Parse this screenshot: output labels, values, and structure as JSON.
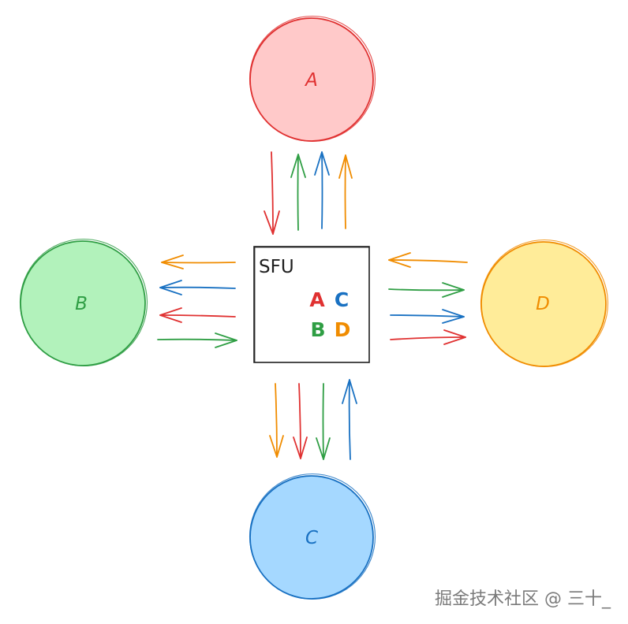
{
  "background": "#ffffff",
  "nodes": {
    "A": {
      "label": "A",
      "fill": "#ffc9c9",
      "stroke": "#e03131"
    },
    "B": {
      "label": "B",
      "fill": "#b2f2bb",
      "stroke": "#2f9e44"
    },
    "C": {
      "label": "C",
      "fill": "#a5d8ff",
      "stroke": "#1971c2"
    },
    "D": {
      "label": "D",
      "fill": "#ffec99",
      "stroke": "#f08c00"
    }
  },
  "sfu": {
    "label": "SFU",
    "streams": [
      {
        "label": "A",
        "color": "#e03131"
      },
      {
        "label": "C",
        "color": "#1971c2"
      },
      {
        "label": "B",
        "color": "#2f9e44"
      },
      {
        "label": "D",
        "color": "#f08c00"
      }
    ]
  },
  "watermark": "掘金技术社区 @ 三十_"
}
